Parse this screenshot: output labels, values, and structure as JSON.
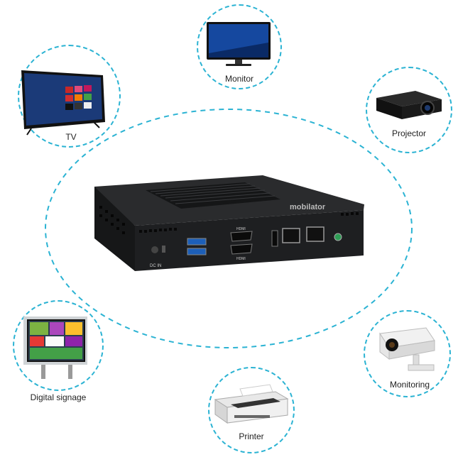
{
  "devices": {
    "monitor": "Monitor",
    "tv": "TV",
    "projector": "Projector",
    "digital_signage": "Digital signage",
    "monitoring": "Monitoring",
    "printer": "Printer"
  },
  "center_device": {
    "brand": "mobilator",
    "port_dc": "DC IN",
    "port_hdmi_top": "HDMI",
    "port_hdmi_bottom": "HDMI"
  },
  "colors": {
    "dash": "#2bb3d3",
    "device_body": "#1e1f21",
    "accent_green": "#2e9d55"
  }
}
